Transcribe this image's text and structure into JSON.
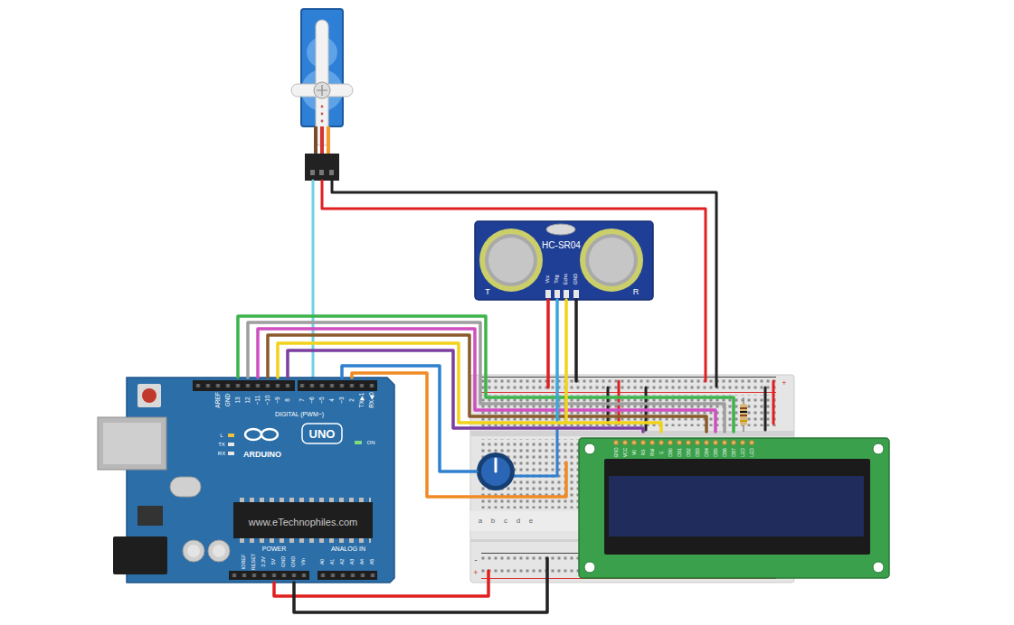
{
  "diagram": {
    "nodes": [
      {
        "text": [
          "HC-SR04",
          "Vcc",
          "Trig",
          "Echo",
          "GND",
          "T",
          "R"
        ]
      },
      {
        "text": [
          "AREF",
          "GND",
          "13",
          "12",
          "~11",
          "~10",
          "~9",
          "8",
          "7",
          "~6",
          "~5",
          "4",
          "~3",
          "2",
          "TX▶1",
          "RX◀0",
          "DIGITAL (PWM~)",
          "L",
          "TX",
          "RX",
          "ON",
          "UNO",
          "ARDUINO",
          "IOREF",
          "RESET",
          "3.3V",
          "5V",
          "GND",
          "GND",
          "Vin",
          "POWER",
          "ANALOG IN",
          "A0",
          "A1",
          "A2",
          "A3",
          "A4",
          "A5"
        ]
      },
      {
        "text": [
          "+",
          "a",
          "b",
          "c",
          "d",
          "e",
          "-",
          "+"
        ]
      },
      {
        "text": [
          "GND",
          "VCC",
          "V0",
          "RS",
          "RW",
          "E",
          "DB0",
          "DB1",
          "DB2",
          "DB3",
          "DB4",
          "DB5",
          "DB6",
          "DB7",
          "LED",
          "LED"
        ]
      }
    ],
    "edges": [
      {
        "from": 1,
        "to": 2,
        "arrow": "none"
      },
      {
        "from": 1,
        "to": 2,
        "arrow": "none"
      },
      {
        "from": 1,
        "to": 2,
        "arrow": "none"
      },
      {
        "from": 1,
        "to": 2,
        "arrow": "none"
      },
      {
        "from": 1,
        "to": 2,
        "arrow": "none"
      },
      {
        "from": 1,
        "to": 2,
        "arrow": "none"
      },
      {
        "from": 1,
        "to": 2,
        "arrow": "none"
      },
      {
        "from": 1,
        "to": 2,
        "arrow": "none"
      },
      {
        "from": 1,
        "to": 2,
        "arrow": "none"
      },
      {
        "from": 1,
        "to": 2,
        "arrow": "none"
      },
      {
        "from": 0,
        "to": 2,
        "arrow": "none"
      },
      {
        "from": 0,
        "to": 2,
        "arrow": "none"
      },
      {
        "from": 0,
        "to": 2,
        "arrow": "none"
      },
      {
        "from": 0,
        "to": 2,
        "arrow": "none"
      }
    ],
    "labels": [
      "www.eTechnophiles.com"
    ]
  }
}
